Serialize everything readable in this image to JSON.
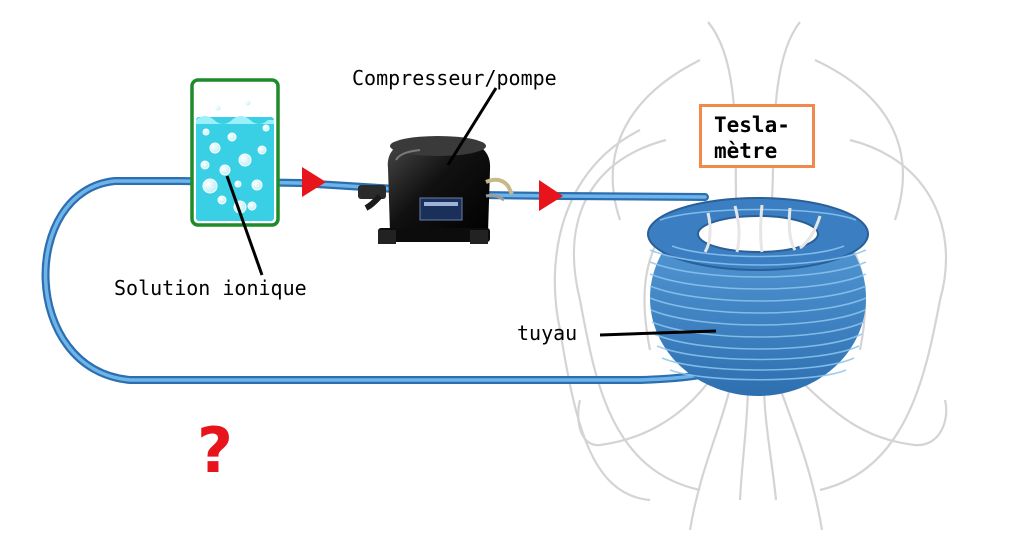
{
  "labels": {
    "compressor": "Compresseur/pompe",
    "solution": "Solution ionique",
    "hose": "tuyau",
    "teslameter_line1": "Tesla-",
    "teslameter_line2": "mètre",
    "question": "?"
  },
  "colors": {
    "pipe": "#3c8fd0",
    "arrow": "#e8141b",
    "beaker_border": "#1f8a2a",
    "water": "#39d0e6",
    "teslameter_border": "#f08a4b",
    "field_lines": "#d6d6d6",
    "coil": "#3f86cc"
  }
}
